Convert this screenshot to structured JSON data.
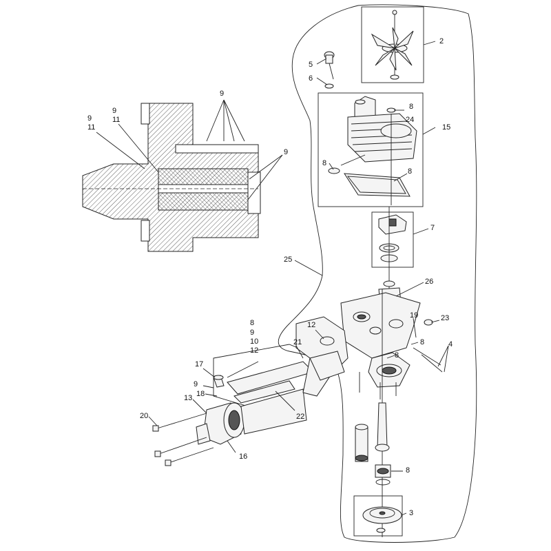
{
  "callouts": [
    {
      "id": "c2",
      "text": "2"
    },
    {
      "id": "c5",
      "text": "5"
    },
    {
      "id": "c6",
      "text": "6"
    },
    {
      "id": "c8a",
      "text": "8"
    },
    {
      "id": "c24",
      "text": "24"
    },
    {
      "id": "c15",
      "text": "15"
    },
    {
      "id": "c8b",
      "text": "8"
    },
    {
      "id": "c8c",
      "text": "8"
    },
    {
      "id": "c7",
      "text": "7"
    },
    {
      "id": "c25",
      "text": "25"
    },
    {
      "id": "c26",
      "text": "26"
    },
    {
      "id": "c19",
      "text": "19"
    },
    {
      "id": "c23",
      "text": "23"
    },
    {
      "id": "c8d",
      "text": "8"
    },
    {
      "id": "c4",
      "text": "4"
    },
    {
      "id": "c8e",
      "text": "8"
    },
    {
      "id": "c8f",
      "text": "8"
    },
    {
      "id": "c3",
      "text": "3"
    },
    {
      "id": "c9a",
      "text": "9"
    },
    {
      "id": "c9b",
      "text": "9"
    },
    {
      "id": "c11a",
      "text": "11"
    },
    {
      "id": "c9c",
      "text": "9"
    },
    {
      "id": "c11b",
      "text": "11"
    },
    {
      "id": "c9d",
      "text": "9"
    },
    {
      "id": "c8g",
      "text": "8"
    },
    {
      "id": "c9e",
      "text": "9"
    },
    {
      "id": "c10",
      "text": "10"
    },
    {
      "id": "c12a",
      "text": "12"
    },
    {
      "id": "c12b",
      "text": "12"
    },
    {
      "id": "c21",
      "text": "21"
    },
    {
      "id": "c17",
      "text": "17"
    },
    {
      "id": "c9f",
      "text": "9"
    },
    {
      "id": "c18",
      "text": "18"
    },
    {
      "id": "c13",
      "text": "13"
    },
    {
      "id": "c20",
      "text": "20"
    },
    {
      "id": "c22",
      "text": "22"
    },
    {
      "id": "c16",
      "text": "16"
    }
  ]
}
